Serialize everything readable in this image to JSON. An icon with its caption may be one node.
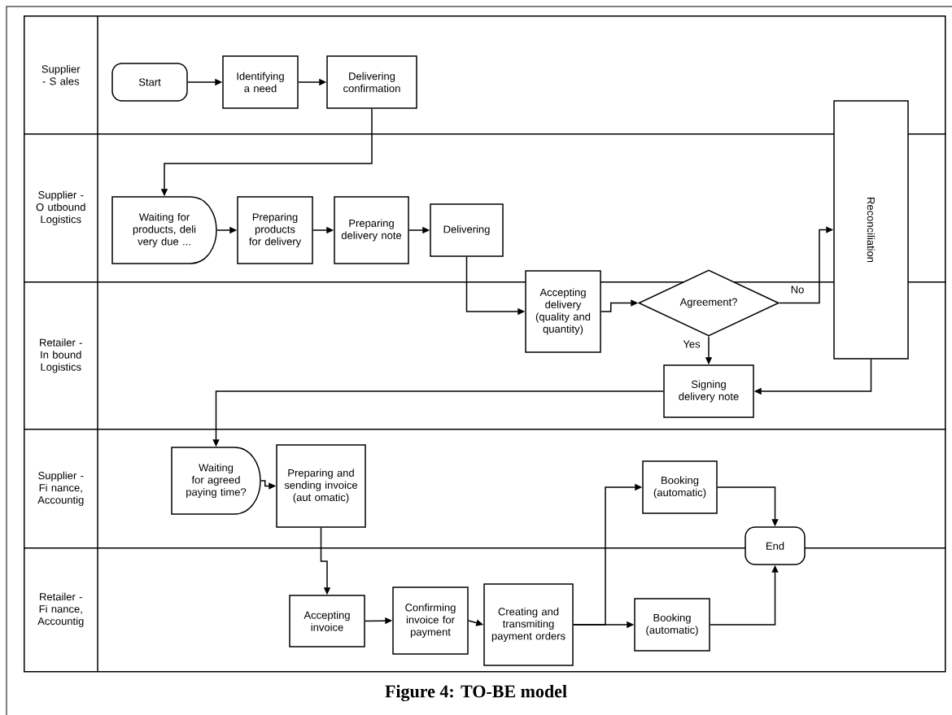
{
  "diagram": {
    "caption": "Figure 4: TO-BE model",
    "nodes": [
      {
        "text": [
          "Supplier - S ales"
        ]
      },
      {
        "text": [
          "Supplier - O utbound Logistics"
        ]
      },
      {
        "text": [
          "Retailer - In bound Logistics"
        ]
      },
      {
        "text": [
          "Supplier - Fi nance, Accountig"
        ]
      },
      {
        "text": [
          "Retailer - Fi nance, Accountig"
        ]
      },
      {
        "text": [
          "Start"
        ],
        "in": 0
      },
      {
        "text": [
          "Identifying a need"
        ],
        "in": 0
      },
      {
        "text": [
          "Delivering confirmation"
        ],
        "in": 0
      },
      {
        "text": [
          "Waiting for products, deli very due ..."
        ],
        "in": 1
      },
      {
        "text": [
          "Preparing products for delivery"
        ],
        "in": 1
      },
      {
        "text": [
          "Preparing delivery note"
        ],
        "in": 1
      },
      {
        "text": [
          "Delivering"
        ],
        "in": 1
      },
      {
        "text": [
          "Accepting delivery (quality and quantity)"
        ]
      },
      {
        "text": [
          "Agreement?"
        ]
      },
      {
        "text": [
          "Reconciliation"
        ]
      },
      {
        "text": [
          "Signing delivery note"
        ],
        "in": 2
      },
      {
        "text": [
          "Waiting for agreed paying time?"
        ],
        "in": 3
      },
      {
        "text": [
          "Preparing and sending invoice (aut omatic)"
        ],
        "in": 3
      },
      {
        "text": [
          "Accepting invoice"
        ],
        "in": 4
      },
      {
        "text": [
          "Confirming invoice for payment"
        ],
        "in": 4
      },
      {
        "text": [
          "Creating and transmiting payment orders"
        ],
        "in": 4
      },
      {
        "text": [
          "Booking (automatic)"
        ],
        "in": 3
      },
      {
        "text": [
          "End"
        ]
      },
      {
        "text": [
          "Booking (automatic)"
        ],
        "in": 4
      }
    ],
    "edges": [
      {
        "from": 5,
        "to": 6,
        "arrow": "to"
      },
      {
        "from": 6,
        "to": 7,
        "arrow": "to"
      },
      {
        "from": 7,
        "to": 8,
        "arrow": "to"
      },
      {
        "from": 8,
        "to": 9,
        "arrow": "to"
      },
      {
        "from": 9,
        "to": 10,
        "arrow": "to"
      },
      {
        "from": 10,
        "to": 11,
        "arrow": "to"
      },
      {
        "from": 11,
        "to": 12,
        "arrow": "to"
      },
      {
        "from": 12,
        "to": 13,
        "arrow": "to"
      },
      {
        "from": 13,
        "to": 14,
        "arrow": "to",
        "label": "No"
      },
      {
        "from": 13,
        "to": 15,
        "arrow": "to",
        "label": "Yes"
      },
      {
        "from": 14,
        "to": 15,
        "arrow": "to"
      },
      {
        "from": 15,
        "to": 16,
        "arrow": "to"
      },
      {
        "from": 16,
        "to": 17,
        "arrow": "to"
      },
      {
        "from": 17,
        "to": 18,
        "arrow": "to"
      },
      {
        "from": 18,
        "to": 19,
        "arrow": "to"
      },
      {
        "from": 19,
        "to": 20,
        "arrow": "to"
      },
      {
        "from": 20,
        "to": 21,
        "arrow": "to"
      },
      {
        "from": 20,
        "to": 23,
        "arrow": "to"
      },
      {
        "from": 21,
        "to": 22,
        "arrow": "to"
      },
      {
        "from": 23,
        "to": 22,
        "arrow": "to"
      }
    ]
  }
}
